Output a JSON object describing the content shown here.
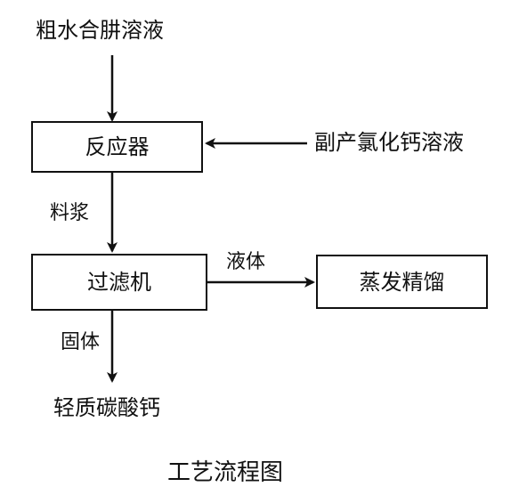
{
  "inputs": {
    "crude_water": "粗水合肼溶液",
    "byproduct": "副产氯化钙溶液"
  },
  "nodes": {
    "reactor": "反应器",
    "filter": "过滤机",
    "evaporation": "蒸发精馏"
  },
  "edges": {
    "slurry": "料浆",
    "liquid": "液体",
    "solid": "固体"
  },
  "outputs": {
    "product": "轻质碳酸钙"
  },
  "caption": "工艺流程图"
}
